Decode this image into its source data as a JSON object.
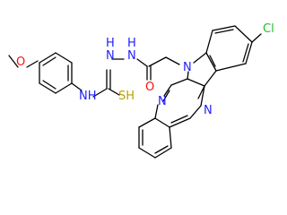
{
  "colors": {
    "background": "#ffffff",
    "bond": "#000000",
    "carbon_label": "#000000",
    "nitrogen": "#1f1fff",
    "oxygen": "#ff0d0d",
    "sulfur": "#b8a200",
    "chlorine": "#1fbf1f"
  },
  "atoms": {
    "cl": "Cl",
    "o_methoxy": "O",
    "nh_amide": "NH",
    "n_hydrazide_a": "N",
    "n_hydrazide_b": "N",
    "h_hydrazide_a": "H",
    "h_hydrazide_b": "H",
    "o_carbonyl": "O",
    "sh": "SH",
    "n_indole": "N",
    "n_pyrazine_a": "N",
    "n_pyrazine_b": "N"
  }
}
